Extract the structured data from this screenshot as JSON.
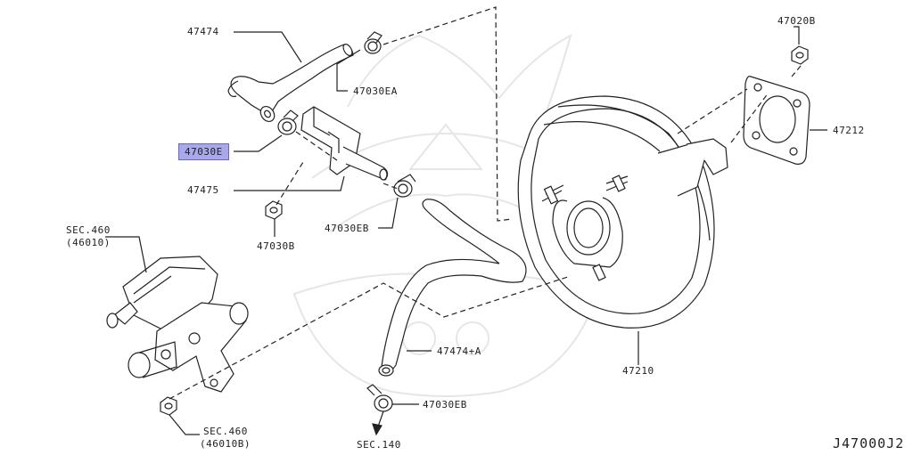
{
  "labels": {
    "p47474": "47474",
    "p47030EA": "47030EA",
    "p47030E": "47030E",
    "p47475": "47475",
    "p47030B": "47030B",
    "p47030EB_top": "47030EB",
    "p47020B": "47020B",
    "p47212": "47212",
    "p47210": "47210",
    "p47474A": "47474+A",
    "p47030EB_bottom": "47030EB",
    "sec460_top": "SEC.460",
    "sec460_top_sub": "(46010)",
    "sec460_bottom": "SEC.460",
    "sec460_bottom_sub": "(46010B)",
    "sec140": "SEC.140",
    "diagram_code": "J47000J2"
  },
  "colors": {
    "highlight": "#a9a8ea",
    "line": "#222222",
    "watermark": "#e4e4e4"
  },
  "icons": [
    "samurai-watermark-icon"
  ]
}
